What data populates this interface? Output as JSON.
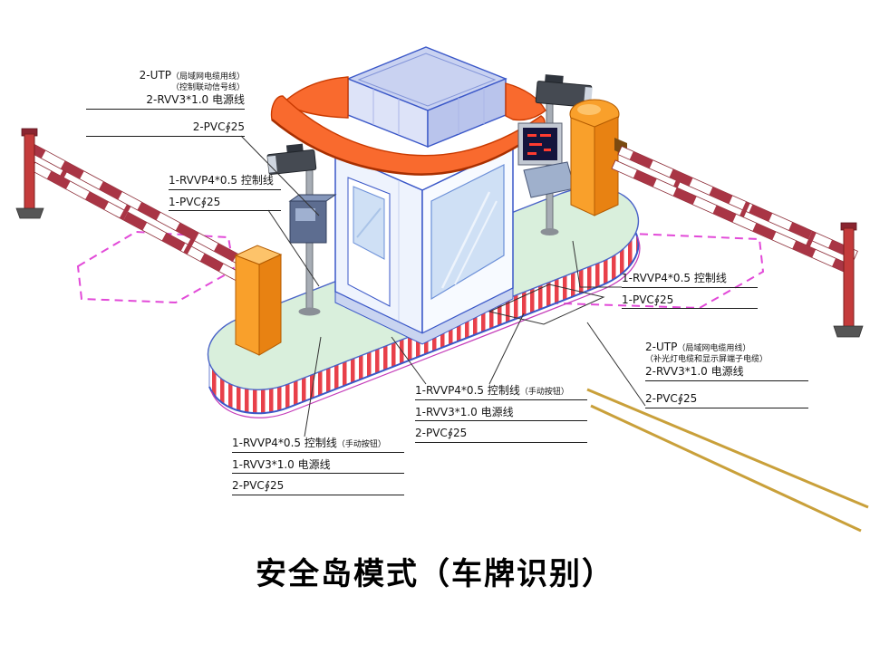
{
  "title": "安全岛模式（车牌识别）",
  "labels": {
    "group_a": {
      "l1": "2-UTP",
      "l1b": "（局域网电缆用线）",
      "l2": "（控制联动信号线）",
      "l3": "2-RVV3*1.0 电源线",
      "l4": "2-PVC∮25"
    },
    "group_b": {
      "l1": "1-RVVP4*0.5 控制线",
      "l2": "1-PVC∮25"
    },
    "group_c": {
      "l1": "1-RVVP4*0.5 控制线",
      "l2": "1-PVC∮25"
    },
    "group_d": {
      "l1": "2-UTP",
      "l1b": "（局域网电缆用线）",
      "l2": "（补光灯电缆和显示屏端子电缆）",
      "l3": "2-RVV3*1.0 电源线",
      "l4": "2-PVC∮25"
    },
    "group_e": {
      "l1": "1-RVVP4*0.5 控制线",
      "l1b": "（手动按钮）",
      "l2": "1-RVV3*1.0 电源线",
      "l3": "2-PVC∮25"
    },
    "group_f": {
      "l1": "1-RVVP4*0.5 控制线",
      "l1b": "（手动按钮）",
      "l2": "1-RVV3*1.0 电源线",
      "l3": "2-PVC∮25"
    }
  },
  "colors": {
    "roof_orange": "#f96a2e",
    "island_green": "#d9efdc",
    "band_stripe_red": "#e8404a",
    "cabinet_orange": "#f7941d",
    "outline_blue": "#3a57c8",
    "loop_pink": "#e24ad8",
    "road_line_tan": "#c9a03a",
    "rail_stripe_red": "#a93545"
  }
}
